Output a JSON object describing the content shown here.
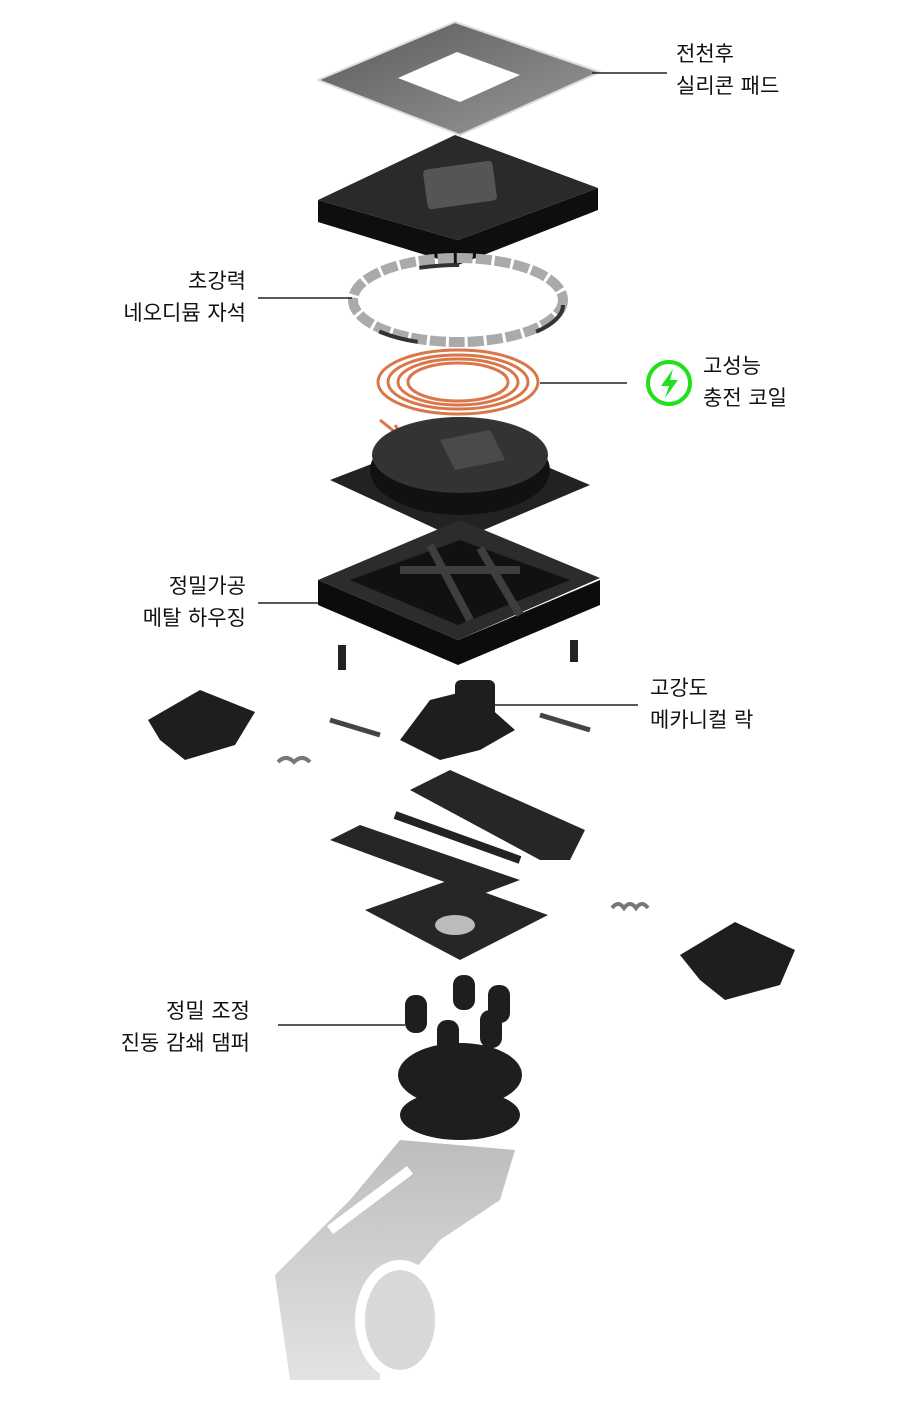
{
  "labels": {
    "silicone_pad": {
      "line1": "전천후",
      "line2": "실리콘 패드"
    },
    "magnet": {
      "line1": "초강력",
      "line2": "네오디뮴 자석"
    },
    "coil": {
      "line1": "고성능",
      "line2": "충전 코일",
      "icon": "lightning-charge-icon"
    },
    "housing": {
      "line1": "정밀가공",
      "line2": "메탈 하우징"
    },
    "lock": {
      "line1": "고강도",
      "line2": "메카니컬 락"
    },
    "damper": {
      "line1": "정밀 조정",
      "line2": "진동 감쇄 댐퍼"
    }
  },
  "colors": {
    "accent": "#22e01b",
    "coil": "#d9774a",
    "part": "#1e1e1e",
    "mount": "#c8c8c8"
  }
}
